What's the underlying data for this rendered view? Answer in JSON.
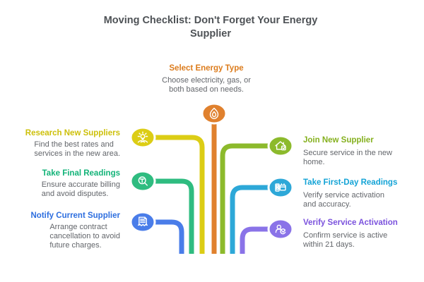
{
  "page": {
    "title": "Moving Checklist: Don't Forget Your Energy Supplier",
    "title_color": "#4e5256",
    "background": "#ffffff",
    "description_color": "#63666b"
  },
  "center": {
    "label": "Select Energy Type",
    "label_color": "#dc7c1d",
    "color": "#e0812e",
    "icon": "flame-icon",
    "desc_lines": [
      "Choose electricity, gas, or",
      "both based on needs."
    ]
  },
  "left_items": [
    {
      "label": "Research New Suppliers",
      "label_color": "#cdc00a",
      "color": "#dccd15",
      "icon": "idea-bulb-icon",
      "desc_lines": [
        "Find the best rates and",
        "services in the new area."
      ]
    },
    {
      "label": "Take Final Readings",
      "label_color": "#12b378",
      "color": "#2fbc80",
      "icon": "meter-magnifier-icon",
      "desc_lines": [
        "Ensure accurate billing",
        "and avoid disputes."
      ]
    },
    {
      "label": "Notify Current Supplier",
      "label_color": "#2d6edf",
      "color": "#4a7de9",
      "icon": "contract-handshake-icon",
      "desc_lines": [
        "Arrange contract",
        "cancellation to avoid",
        "future charges."
      ]
    }
  ],
  "right_items": [
    {
      "label": "Join New Supplier",
      "label_color": "#85b01e",
      "color": "#8cba2c",
      "icon": "home-check-icon",
      "desc_lines": [
        "Secure service in the new",
        "home."
      ]
    },
    {
      "label": "Take First-Day Readings",
      "label_color": "#13a3d6",
      "color": "#2da8d8",
      "icon": "meter-calendar-icon",
      "desc_lines": [
        "Verify service activation",
        "and accuracy."
      ]
    },
    {
      "label": "Verify Service Activation",
      "label_color": "#7b52dd",
      "color": "#8a73e8",
      "icon": "person-check-icon",
      "desc_lines": [
        "Confirm service is active",
        "within 21 days."
      ]
    }
  ]
}
